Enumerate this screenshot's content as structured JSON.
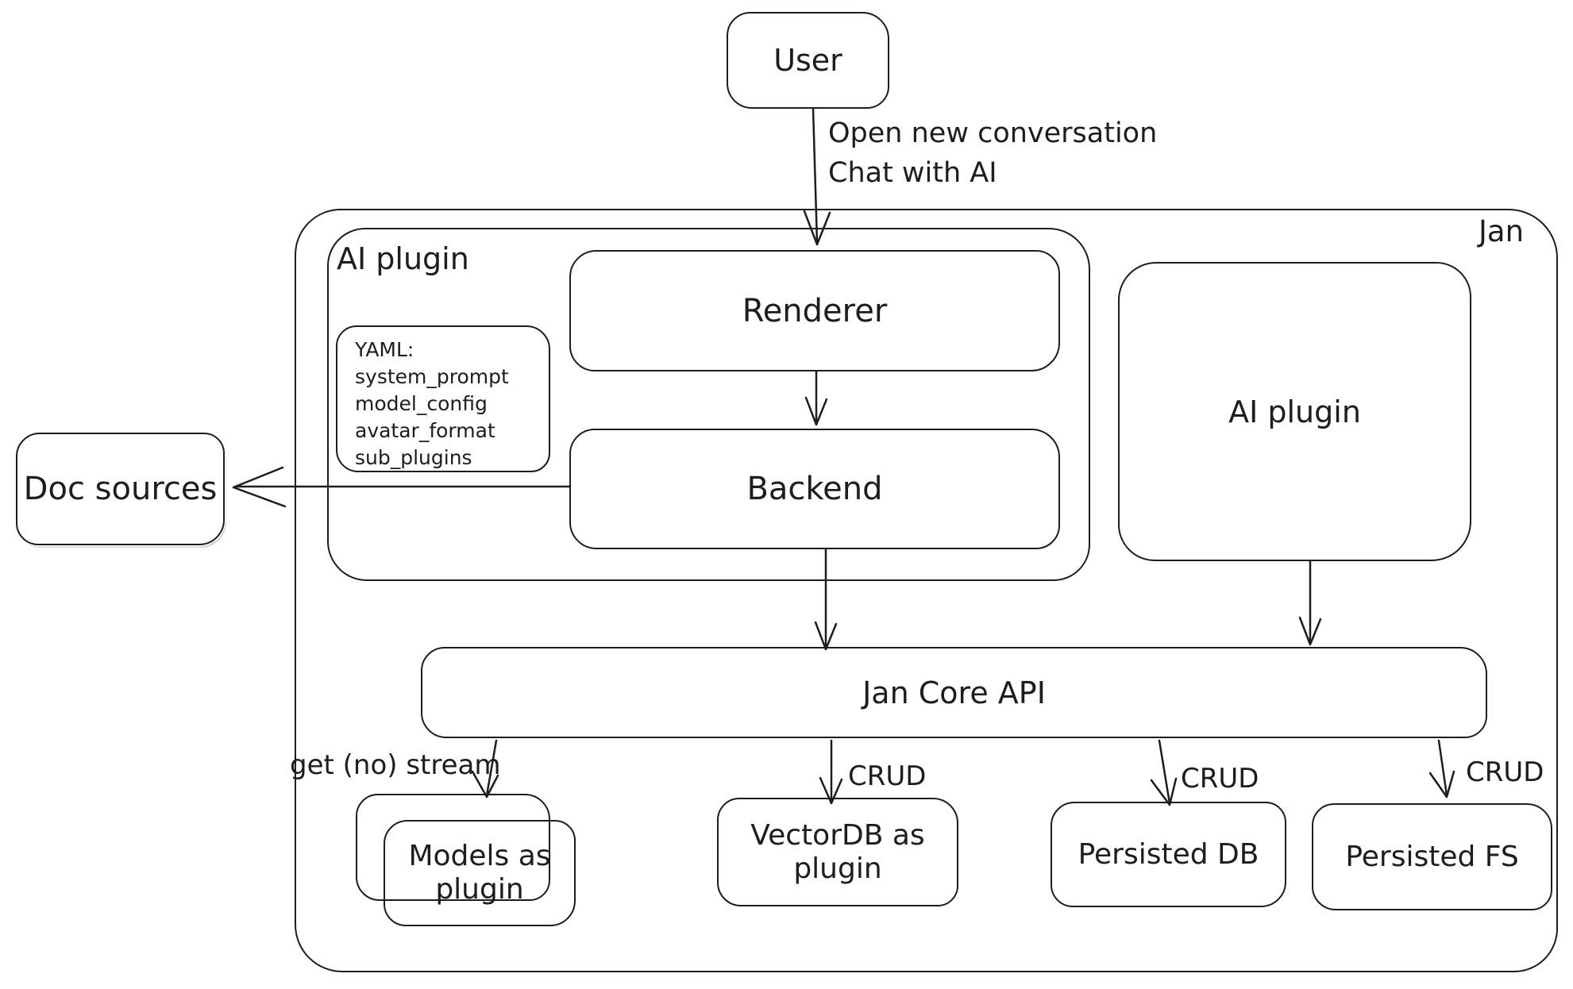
{
  "colors": {
    "stroke": "#1d1d1d",
    "background": "#ffffff"
  },
  "nodes": {
    "user": {
      "label": "User"
    },
    "jan_container": {
      "label": "Jan"
    },
    "ai_plugin_container": {
      "label": "AI plugin"
    },
    "yaml_note": {
      "lines": [
        "YAML:",
        "system_prompt",
        "model_config",
        "avatar_format",
        "sub_plugins"
      ]
    },
    "renderer": {
      "label": "Renderer"
    },
    "backend": {
      "label": "Backend"
    },
    "ai_plugin_box": {
      "label": "AI plugin"
    },
    "doc_sources": {
      "label": "Doc sources"
    },
    "jan_core_api": {
      "label": "Jan Core API"
    },
    "models_plugin": {
      "label": "Models as plugin"
    },
    "vectordb_plugin": {
      "label": "VectorDB as plugin"
    },
    "persisted_db": {
      "label": "Persisted DB"
    },
    "persisted_fs": {
      "label": "Persisted FS"
    }
  },
  "edge_labels": {
    "user_flow_line1": "Open new conversation",
    "user_flow_line2": "Chat with AI",
    "models_stream": "get (no) stream",
    "crud_vectordb": "CRUD",
    "crud_persisted_db": "CRUD",
    "crud_persisted_fs": "CRUD"
  }
}
